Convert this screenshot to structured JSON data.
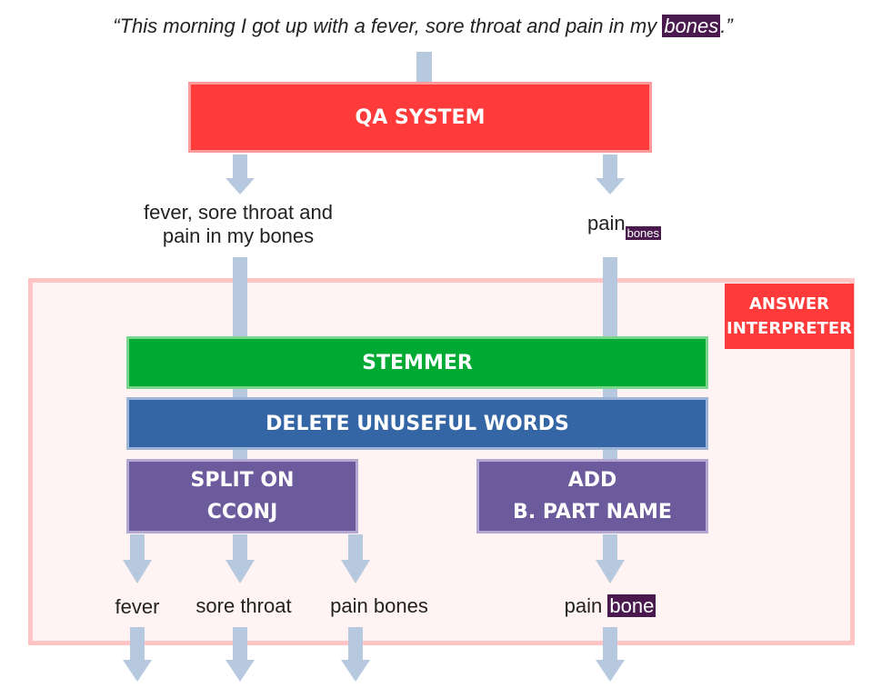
{
  "input": {
    "quote_before": "“This morning I got up with a fever, sore throat and pain in my ",
    "quote_highlight": "bones",
    "quote_after": ".”"
  },
  "qa_system": {
    "label": "QA SYSTEM"
  },
  "qa_outputs": {
    "left_line1": "fever, sore throat and",
    "left_line2": "pain in my bones",
    "right_main": "pain",
    "right_sub": "bones"
  },
  "answer_interpreter": {
    "label_line1": "ANSWER",
    "label_line2": "INTERPRETER"
  },
  "steps": {
    "stemmer": "STEMMER",
    "delete_unuseful": "DELETE UNUSEFUL WORDS",
    "split_line1": "SPLIT ON",
    "split_line2": "CCONJ",
    "add_line1": "ADD",
    "add_line2": "B. PART NAME"
  },
  "results": {
    "r1": "fever",
    "r2": "sore throat",
    "r3": "pain bones",
    "r4_main": "pain ",
    "r4_highlight": "bone"
  },
  "colors": {
    "arrow": "#b7c9df",
    "qa_red": "#ff3a3a",
    "stemmer_green": "#00aa33",
    "delete_blue": "#3465a4",
    "purple": "#6b5a9c",
    "highlight": "#4a1a4e"
  }
}
